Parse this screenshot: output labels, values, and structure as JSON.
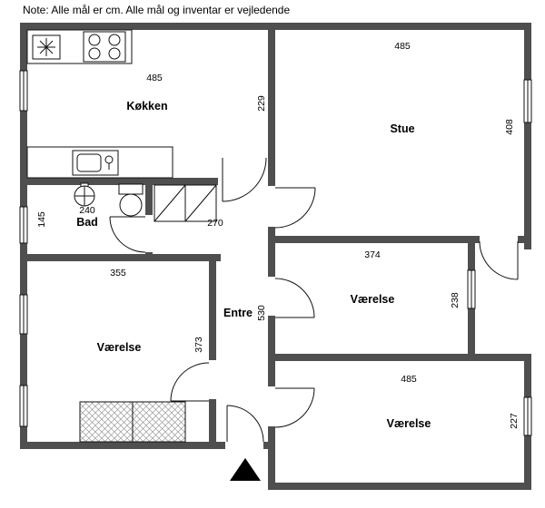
{
  "note": "Note: Alle mål er cm. Alle mål og inventar er vejledende",
  "rooms": {
    "kokken": {
      "label": "Køkken",
      "width_cm": "485",
      "depth_cm": "229"
    },
    "stue": {
      "label": "Stue",
      "width_cm": "485",
      "depth_cm": "408"
    },
    "bad": {
      "label": "Bad",
      "width_cm": "240",
      "depth_cm": "145"
    },
    "entre": {
      "label": "Entre",
      "length_cm": "530",
      "hall_width_cm": "270"
    },
    "vaerelse_sw": {
      "label": "Værelse",
      "width_cm": "355",
      "depth_cm": "373"
    },
    "vaerelse_mid": {
      "label": "Værelse",
      "width_cm": "374",
      "depth_cm": "238"
    },
    "vaerelse_se": {
      "label": "Værelse",
      "width_cm": "485",
      "depth_cm": "227"
    }
  },
  "colors": {
    "wall": "#4f4f4f",
    "line": "#111111",
    "entrance_marker": "#000000"
  },
  "icons": {
    "entrance_marker": "black-triangle-up",
    "stove": "four-burner-circles",
    "kitchen_sink": "basin-with-faucet",
    "bathroom_sink": "circle-with-cross",
    "toilet": "tank-and-bowl",
    "wardrobe": "rect-with-diagonal",
    "bed": "crosshatched-rects"
  }
}
